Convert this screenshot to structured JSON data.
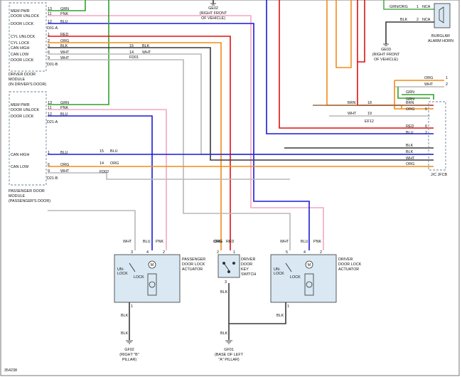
{
  "colors": {
    "grn": "#33a02c",
    "pnk": "#f4a6c6",
    "blu": "#1a1ad6",
    "red": "#e01010",
    "org": "#f08c1a",
    "blk": "#3a3a3a",
    "wht": "#b8b8b8",
    "brn": "#9a6b3f",
    "grnorg": "#4caf50",
    "box_fill": "#d9e8f2"
  },
  "driver_module": {
    "pins": [
      {
        "label": "MEM PWR",
        "num": "13",
        "color": "GRN"
      },
      {
        "label": "DOOR UNLOCK",
        "num": "11",
        "color": "PNK"
      },
      {
        "label": "DOOR LOCK",
        "num": "12",
        "color": "BLU"
      },
      {
        "label": "CYL UNLOCK",
        "num": "1",
        "color": "RED"
      },
      {
        "label": "CYL LOCK",
        "num": "2",
        "color": "ORG"
      },
      {
        "label": "CAN HIGH",
        "num": "3",
        "color": "BLK"
      },
      {
        "label": "CAN LOW",
        "num": "6",
        "color": "WHT"
      },
      {
        "label": "DOOR LOCK",
        "num": "9",
        "color": "WHT"
      }
    ],
    "connector_a": "D01-A",
    "connector_b": "D01-B",
    "title": [
      "DRIVER DOOR",
      "MODULE",
      "(IN DRIVER'S DOOR)"
    ],
    "splice": "FD01",
    "splice_pins": [
      {
        "num": "15",
        "color": "BLK"
      },
      {
        "num": "14",
        "color": "WHT"
      }
    ]
  },
  "passenger_module": {
    "pins": [
      {
        "label": "MEM PWR",
        "num": "13",
        "color": "GRN"
      },
      {
        "label": "DOOR UNLOCK",
        "num": "11",
        "color": "PNK"
      },
      {
        "label": "DOOR LOCK",
        "num": "12",
        "color": "BLU"
      },
      {
        "label": "CAN HIGH",
        "num": "1",
        "color": "BLU"
      },
      {
        "label": "CAN LOW",
        "num": "6",
        "color": "ORG"
      },
      {
        "label": "",
        "num": "9",
        "color": "WHT"
      }
    ],
    "connector_a": "D21-A",
    "connector_b": "D21-B",
    "title": [
      "PASSENGER DOOR",
      "MODULE",
      "(PASSENGER'S DOOR)"
    ],
    "splice": "FD02",
    "splice_pins": [
      {
        "num": "15",
        "color": "BLU"
      },
      {
        "num": "14",
        "color": "ORG"
      }
    ]
  },
  "ground_ge02": [
    "GE02",
    "(RIGHT FRONT",
    "OF VEHICLE)"
  ],
  "ground_ge03": [
    "GE03",
    "(RIGHT FRONT",
    "OF VEHICLE)"
  ],
  "ground_gf02": [
    "GF02",
    "(RIGHT \"B\"",
    "PILLAR)"
  ],
  "ground_gf01": [
    "GF01",
    "(BASE OF LEFT",
    "\"A\" PILLAR)"
  ],
  "horn": {
    "wires": [
      {
        "color": "GRN/ORG",
        "num": "1",
        "conn": "NCA"
      },
      {
        "color": "BLK",
        "num": "2",
        "conn": "NCA"
      }
    ],
    "title": [
      "BURGLAR",
      "ALARM HORN"
    ]
  },
  "jc": {
    "label": "J/C JFCB",
    "pins": [
      {
        "color": "ORG",
        "num": "1"
      },
      {
        "color": "WHT",
        "num": "2"
      },
      {
        "color": "GRN",
        "num": ""
      },
      {
        "color": "BRN",
        "num": ""
      },
      {
        "color": "ORG",
        "num": "5"
      },
      {
        "color": "RED",
        "num": "6"
      },
      {
        "color": "BLU",
        "num": "2"
      },
      {
        "color": "BLK",
        "num": ""
      },
      {
        "color": "BLK",
        "num": ""
      },
      {
        "color": "WHT",
        "num": ""
      },
      {
        "color": "ORG",
        "num": ""
      },
      {
        "color": "GRN",
        "num": ""
      }
    ],
    "ef12": "EF12",
    "ef12_pins": [
      {
        "color": "BRN",
        "num": "18"
      },
      {
        "color": "WHT",
        "num": "19"
      }
    ]
  },
  "passenger_actuator": {
    "title": [
      "PASSENGER",
      "DOOR LOCK",
      "ACTUATOR"
    ],
    "pins": [
      {
        "num": "3",
        "color": "WHT"
      },
      {
        "num": "4",
        "color": "BLU"
      },
      {
        "num": "2",
        "color": "PNK"
      },
      {
        "num": "1",
        "color": "BLK"
      }
    ],
    "unlock": [
      "UN-",
      "LOCK"
    ],
    "lock": "LOCK",
    "motor": "M"
  },
  "driver_actuator": {
    "title": [
      "DRIVER",
      "DOOR LOCK",
      "ACTUATOR"
    ],
    "pins": [
      {
        "num": "5",
        "color": "WHT"
      },
      {
        "num": "4",
        "color": "BLU"
      },
      {
        "num": "2",
        "color": "PNK"
      },
      {
        "num": "1",
        "color": "BLK"
      }
    ],
    "unlock": [
      "UN-",
      "LOCK"
    ],
    "lock": "LOCK",
    "motor": "M"
  },
  "key_switch": {
    "title": [
      "DRIVER",
      "DOOR",
      "KEY",
      "SWITCH"
    ],
    "pins": [
      {
        "num": "2",
        "color": "ORG"
      },
      {
        "num": "1",
        "color": "RED"
      },
      {
        "num": "3",
        "color": "BLK"
      }
    ]
  },
  "diagram_id": "354238"
}
